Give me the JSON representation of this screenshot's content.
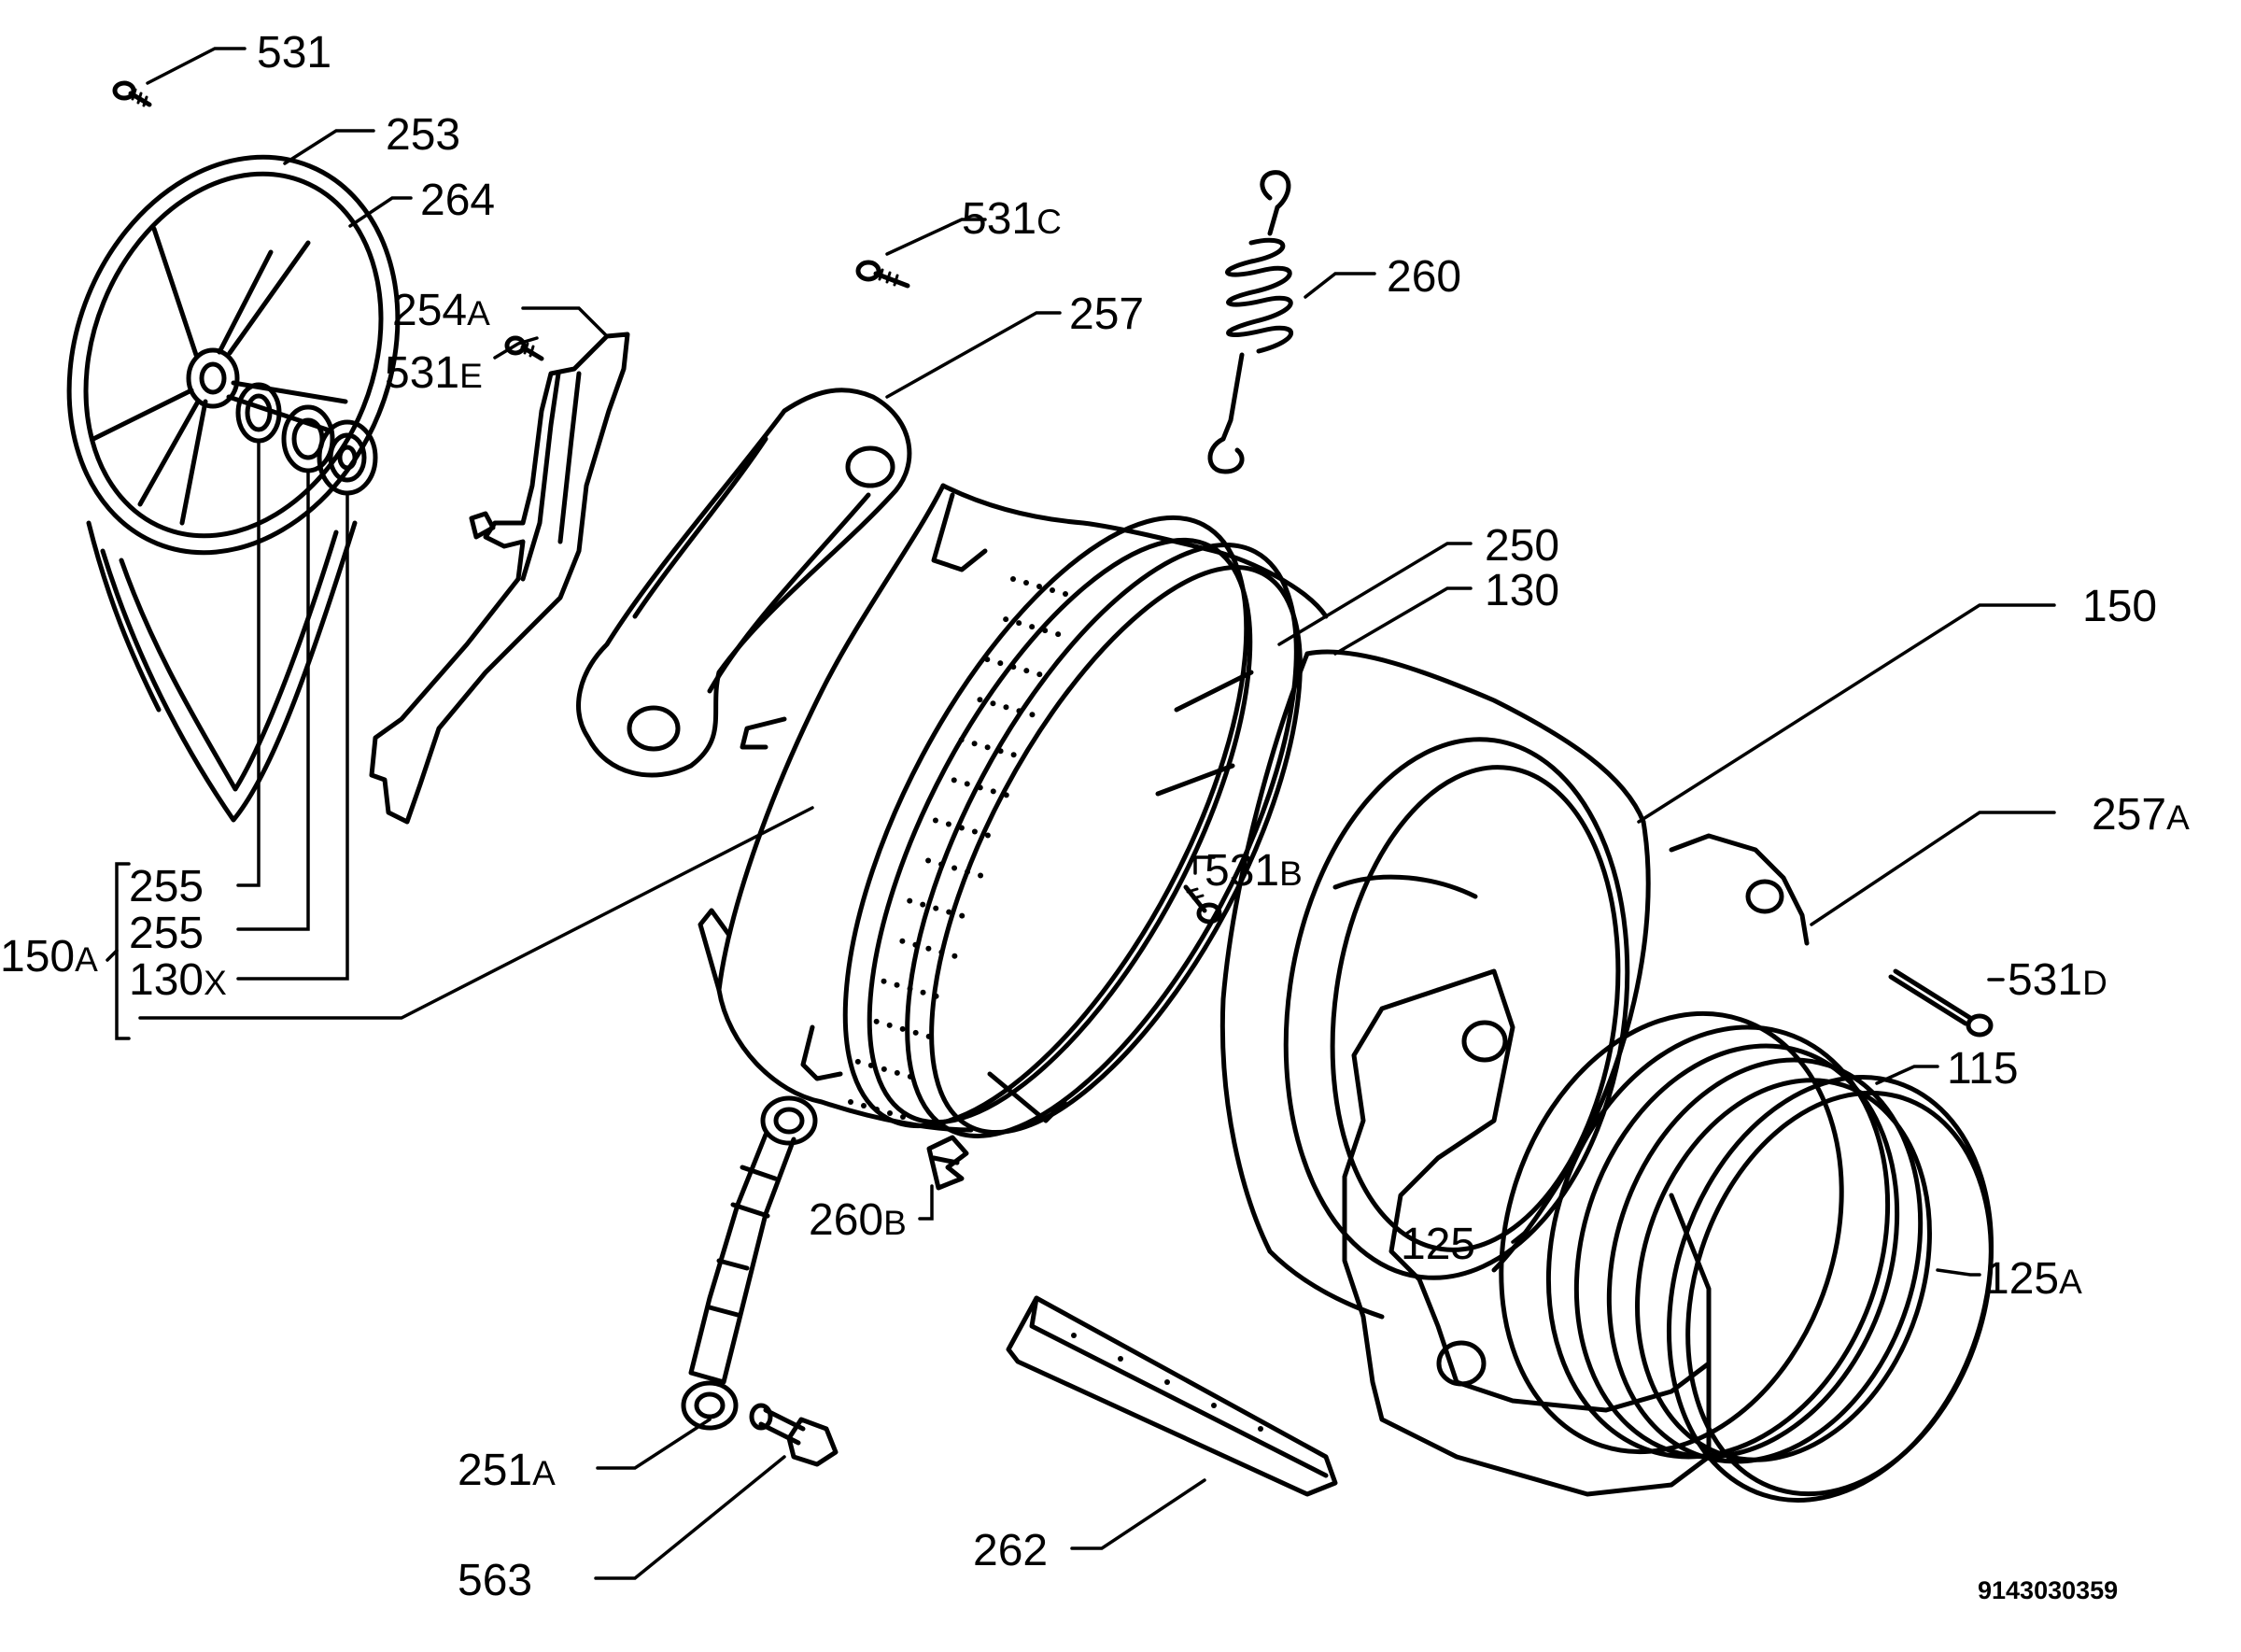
{
  "drawing_number": "9143030359",
  "labels": {
    "l531": {
      "num": "531",
      "sfx": ""
    },
    "l253": {
      "num": "253",
      "sfx": ""
    },
    "l264": {
      "num": "264",
      "sfx": ""
    },
    "l531c": {
      "num": "531",
      "sfx": "C"
    },
    "l260": {
      "num": "260",
      "sfx": ""
    },
    "l254a": {
      "num": "254",
      "sfx": "A"
    },
    "l531e": {
      "num": "531",
      "sfx": "E"
    },
    "l257": {
      "num": "257",
      "sfx": ""
    },
    "l250": {
      "num": "250",
      "sfx": ""
    },
    "l130": {
      "num": "130",
      "sfx": ""
    },
    "l150": {
      "num": "150",
      "sfx": ""
    },
    "l257a": {
      "num": "257",
      "sfx": "A"
    },
    "l531b": {
      "num": "531",
      "sfx": "B"
    },
    "l255a": {
      "num": "255",
      "sfx": ""
    },
    "l255b": {
      "num": "255",
      "sfx": ""
    },
    "l150a": {
      "num": "150",
      "sfx": "A"
    },
    "l130x": {
      "num": "130",
      "sfx": "X"
    },
    "l531d": {
      "num": "531",
      "sfx": "D"
    },
    "l115": {
      "num": "115",
      "sfx": ""
    },
    "l260b": {
      "num": "260",
      "sfx": "B"
    },
    "l125": {
      "num": "125",
      "sfx": ""
    },
    "l125a": {
      "num": "125",
      "sfx": "A"
    },
    "l251a": {
      "num": "251",
      "sfx": "A"
    },
    "l563": {
      "num": "563",
      "sfx": ""
    },
    "l262": {
      "num": "262",
      "sfx": ""
    }
  }
}
